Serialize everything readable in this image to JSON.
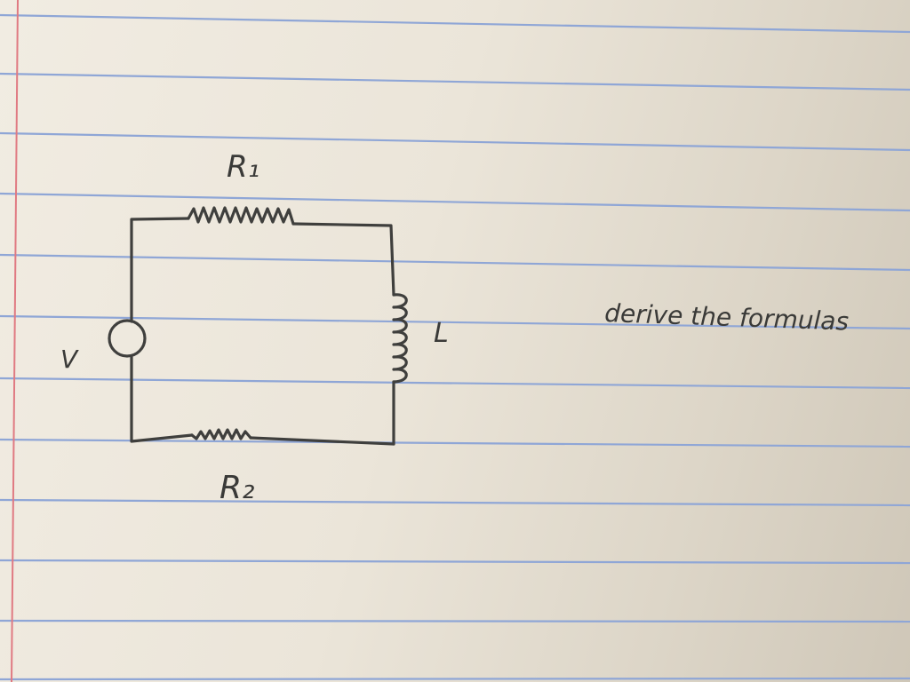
{
  "diagram": {
    "labels": {
      "r1": "R₁",
      "r2": "R₂",
      "l": "L",
      "v": "V"
    },
    "note": "derive the formulas"
  },
  "colors": {
    "paper": "#ede7dc",
    "ruled_line": "#8fa6d6",
    "margin_line": "#e07a82",
    "ink": "#3f3f3d"
  }
}
